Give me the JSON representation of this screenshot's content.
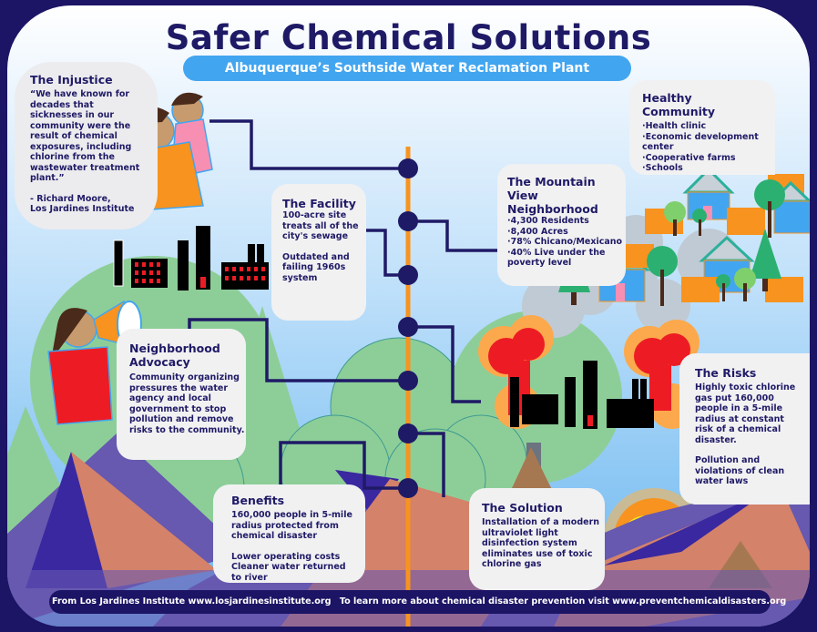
{
  "header": {
    "title": "Safer Chemical Solutions",
    "subtitle": "Albuquerque’s Southside Water Reclamation Plant"
  },
  "colors": {
    "navy": "#1f1a66",
    "frame": "#1c1464",
    "accent_blue": "#42a5f0",
    "timeline_orange": "#f7931e",
    "card_bg": "#f1f1f2"
  },
  "cards": {
    "injustice": {
      "title": "The Injustice",
      "quote": "“We have known for\ndecades that\nsicknesses in our\ncommunity were the\nresult of chemical\nexposures, including\nchlorine from the\nwastewater treatment\nplant.”",
      "attribution": "- Richard Moore,\nLos Jardines Institute"
    },
    "facility": {
      "title": "The Facility",
      "text1": "100-acre site\ntreats all of the\ncity's sewage",
      "text2": "Outdated and\nfailing 1960s\nsystem"
    },
    "neighborhood": {
      "title": "The Mountain View\nNeighborhood",
      "items": [
        "·4,300 Residents",
        "·8,400 Acres",
        "·78% Chicano/Mexicano",
        "·40% Live under the\npoverty level"
      ]
    },
    "healthy": {
      "title": "Healthy\nCommunity",
      "items": [
        "·Health clinic",
        "·Economic development\ncenter",
        "·Cooperative farms",
        "·Schools"
      ]
    },
    "advocacy": {
      "title": "Neighborhood\nAdvocacy",
      "text": "Community organizing\npressures the water\nagency and local\ngovernment to stop\npollution and remove\nrisks to the community."
    },
    "risks": {
      "title": "The Risks",
      "text1": "Highly toxic chlorine\ngas put 160,000\npeople in a 5-mile\nradius at constant\nrisk of a chemical\ndisaster.",
      "text2": "Pollution and\nviolations of clean\nwater laws"
    },
    "benefits": {
      "title": "Benefits",
      "text1": "160,000 people in 5-mile\nradius protected from\nchemical disaster",
      "text2": "Lower operating costs\nCleaner water returned\nto river"
    },
    "solution": {
      "title": "The Solution",
      "text": "Installation of a modern\nultraviolet light\ndisinfection system\neliminates use of toxic\nchlorine gas"
    }
  },
  "footer": {
    "source": "From Los Jardines Institute www.losjardinesinstitute.org",
    "learn_more": "To learn more about chemical disaster prevention visit www.preventchemicaldisasters.org"
  },
  "icons": [
    "coughing-people-icon",
    "megaphone-person-icon",
    "factory-icon",
    "exploding-factory-icon",
    "house-icon",
    "tree-icon",
    "sun-icon",
    "mountain-icon"
  ]
}
